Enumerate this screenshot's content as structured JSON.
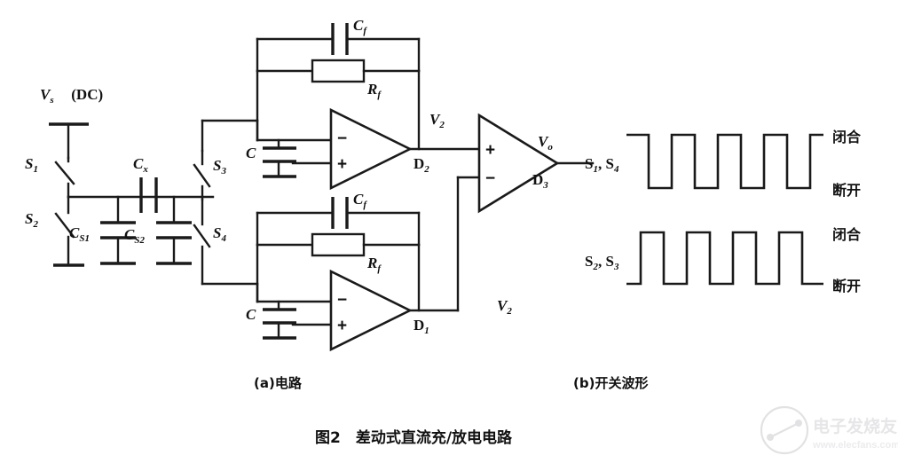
{
  "figure": {
    "title": "图2　差动式直流充/放电电路",
    "caption_a": "(a)电路",
    "caption_b": "(b)开关波形"
  },
  "circuit": {
    "source": {
      "name": "V",
      "sub": "s",
      "suffix": "(DC)"
    },
    "switches": [
      {
        "id": "S1",
        "name": "S",
        "sub": "1"
      },
      {
        "id": "S2",
        "name": "S",
        "sub": "2"
      },
      {
        "id": "S3",
        "name": "S",
        "sub": "3"
      },
      {
        "id": "S4",
        "name": "S",
        "sub": "4"
      }
    ],
    "capacitors": [
      {
        "id": "Cs1",
        "name": "C",
        "sub": "S1"
      },
      {
        "id": "Cs2",
        "name": "C",
        "sub": "S2"
      },
      {
        "id": "Cx",
        "name": "C",
        "sub": "x"
      },
      {
        "id": "Cf_top",
        "name": "C",
        "sub": "f"
      },
      {
        "id": "Cf_bottom",
        "name": "C",
        "sub": "f"
      },
      {
        "id": "C_top",
        "name": "C",
        "sub": ""
      },
      {
        "id": "C_bottom",
        "name": "C",
        "sub": ""
      }
    ],
    "resistors": [
      {
        "id": "Rf_top",
        "name": "R",
        "sub": "f"
      },
      {
        "id": "Rf_bottom",
        "name": "R",
        "sub": "f"
      }
    ],
    "opamps": [
      {
        "id": "D2",
        "name": "D",
        "sub": "2",
        "minus": "−",
        "plus": "+"
      },
      {
        "id": "D1",
        "name": "D",
        "sub": "1",
        "minus": "−",
        "plus": "+"
      },
      {
        "id": "D3",
        "name": "D",
        "sub": "3",
        "minus": "−",
        "plus": "+"
      }
    ],
    "nodes": [
      {
        "id": "V2_top",
        "name": "V",
        "sub": "2"
      },
      {
        "id": "V2_bottom",
        "name": "V",
        "sub": "2"
      },
      {
        "id": "Vo",
        "name": "V",
        "sub": "o"
      }
    ]
  },
  "waveforms": {
    "state_high": "闭合",
    "state_low": "断开",
    "traces": [
      {
        "id": "trace-s1-s4",
        "label_parts": [
          {
            "name": "S",
            "sub": "1"
          },
          {
            "sep": ","
          },
          {
            "name": "S",
            "sub": "4"
          }
        ],
        "start_state": "high",
        "cycles": 4.5
      },
      {
        "id": "trace-s2-s3",
        "label_parts": [
          {
            "name": "S",
            "sub": "2"
          },
          {
            "sep": ","
          },
          {
            "name": "S",
            "sub": "3"
          }
        ],
        "start_state": "low",
        "cycles": 4.5
      }
    ]
  },
  "watermark": {
    "brand": "电子发烧友",
    "url": "www.elecfans.com"
  },
  "colors": {
    "ink": "#1a1a1a",
    "background": "#ffffff",
    "watermark": "#e6e6e8"
  }
}
